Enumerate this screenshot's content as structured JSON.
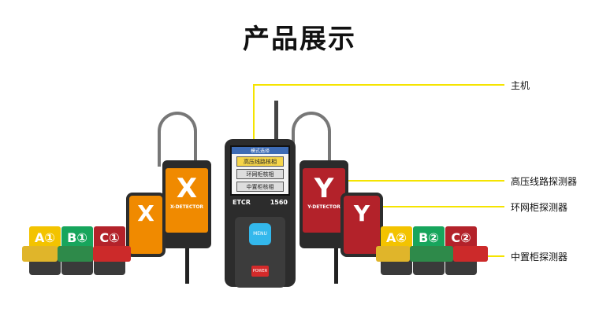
{
  "title": "产品展示",
  "labels": {
    "host": "主机",
    "hv_detector": "高压线路探测器",
    "ring_detector": "环网柜探测器",
    "mid_detector": "中置柜探测器"
  },
  "host": {
    "brand": "ETCR",
    "model": "1560",
    "screen_title": "模式选择",
    "menu": [
      "高压线路核相",
      "环网柜核相",
      "中置柜核相"
    ],
    "power": "POWER",
    "ok": "MENU"
  },
  "x_detector": {
    "letter": "X",
    "name": "X-DETECTOR"
  },
  "y_detector": {
    "letter": "Y",
    "name": "Y-DETECTOR"
  },
  "left_modules": [
    "A①",
    "B①",
    "C①"
  ],
  "right_modules": [
    "A②",
    "B②",
    "C②"
  ],
  "colors": {
    "yellow": "#f3c300",
    "green": "#17a55c",
    "red": "#b3222a",
    "orange": "#f08a00",
    "line": "#f5e400"
  }
}
